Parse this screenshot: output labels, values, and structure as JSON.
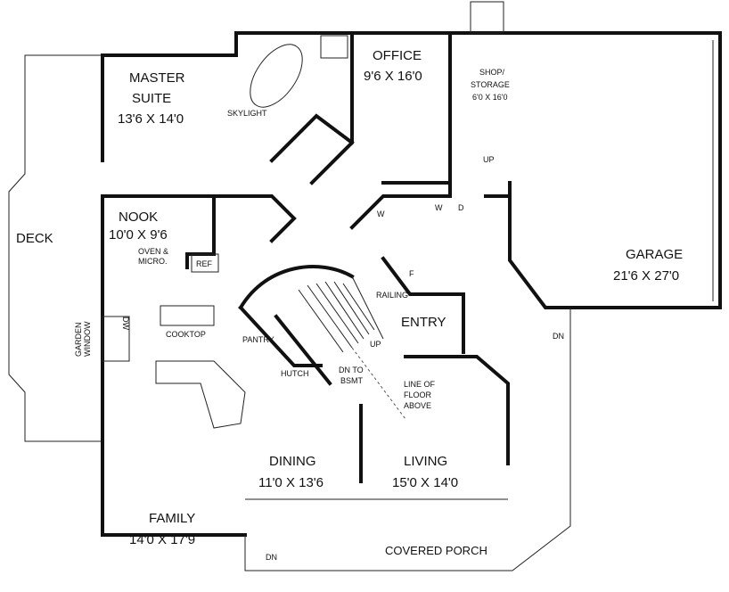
{
  "rooms": {
    "master_suite": {
      "name1": "MASTER",
      "name2": "SUITE",
      "size": "13'6 X 14'0"
    },
    "office": {
      "name": "OFFICE",
      "size": "9'6 X 16'0"
    },
    "shop": {
      "name1": "SHOP/",
      "name2": "STORAGE",
      "size": "6'0 X 16'0"
    },
    "garage": {
      "name": "GARAGE",
      "size": "21'6 X 27'0"
    },
    "deck": {
      "name": "DECK"
    },
    "nook": {
      "name": "NOOK",
      "size": "10'0 X 9'6"
    },
    "entry": {
      "name": "ENTRY"
    },
    "dining": {
      "name": "DINING",
      "size": "11'0 X 13'6"
    },
    "living": {
      "name": "LIVING",
      "size": "15'0 X 14'0"
    },
    "family": {
      "name": "FAMILY",
      "size": "14'0 X 17'9"
    },
    "porch": {
      "name": "COVERED PORCH"
    }
  },
  "annotations": {
    "skylight": "SKYLIGHT",
    "oven1": "OVEN &",
    "oven2": "MICRO.",
    "ref": "REF",
    "cooktop": "COOKTOP",
    "garden1": "GARDEN",
    "garden2": "WINDOW",
    "dw": "DW",
    "pantry": "PANTRY",
    "hutch": "HUTCH",
    "railing": "RAILING",
    "up_stair": "UP",
    "dn_bsmt1": "DN TO",
    "dn_bsmt2": "BSMT",
    "floor_above1": "LINE OF",
    "floor_above2": "FLOOR",
    "floor_above3": "ABOVE",
    "up_garage": "UP",
    "dn_side": "DN",
    "dn_porch": "DN",
    "washer": "W",
    "washer2": "W",
    "dryer": "D",
    "freezer": "F"
  }
}
